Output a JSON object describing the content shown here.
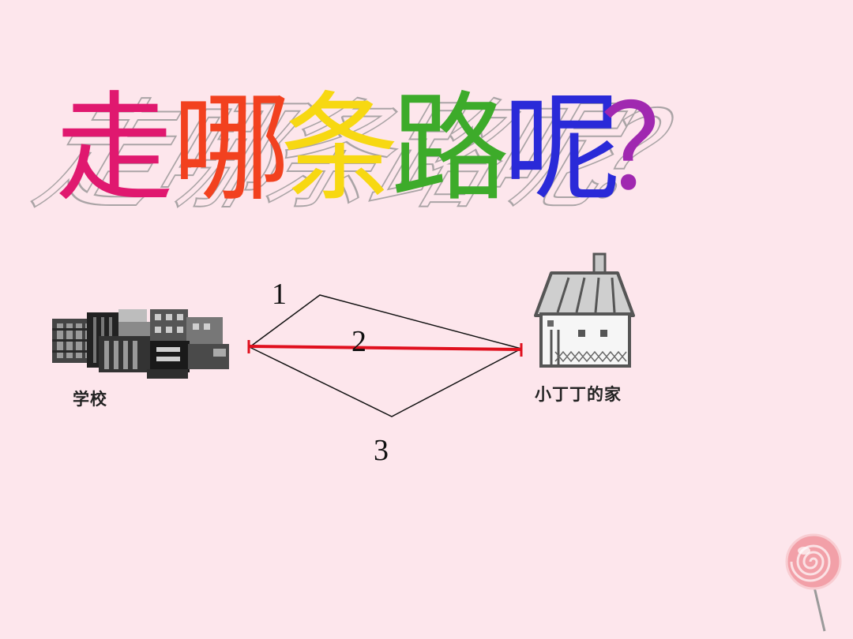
{
  "title": {
    "chars": [
      "走",
      "哪",
      "条",
      "路",
      "呢",
      "？"
    ],
    "colors": [
      "#e0186f",
      "#f2411f",
      "#f7d812",
      "#3dab2a",
      "#2a2ad8",
      "#a028b0"
    ]
  },
  "routes": [
    {
      "label": "1"
    },
    {
      "label": "2"
    },
    {
      "label": "3"
    }
  ],
  "places": {
    "school": "学校",
    "home": "小丁丁的家"
  },
  "colors": {
    "background": "#fde6ec",
    "highlight_route": "#e0101e"
  }
}
